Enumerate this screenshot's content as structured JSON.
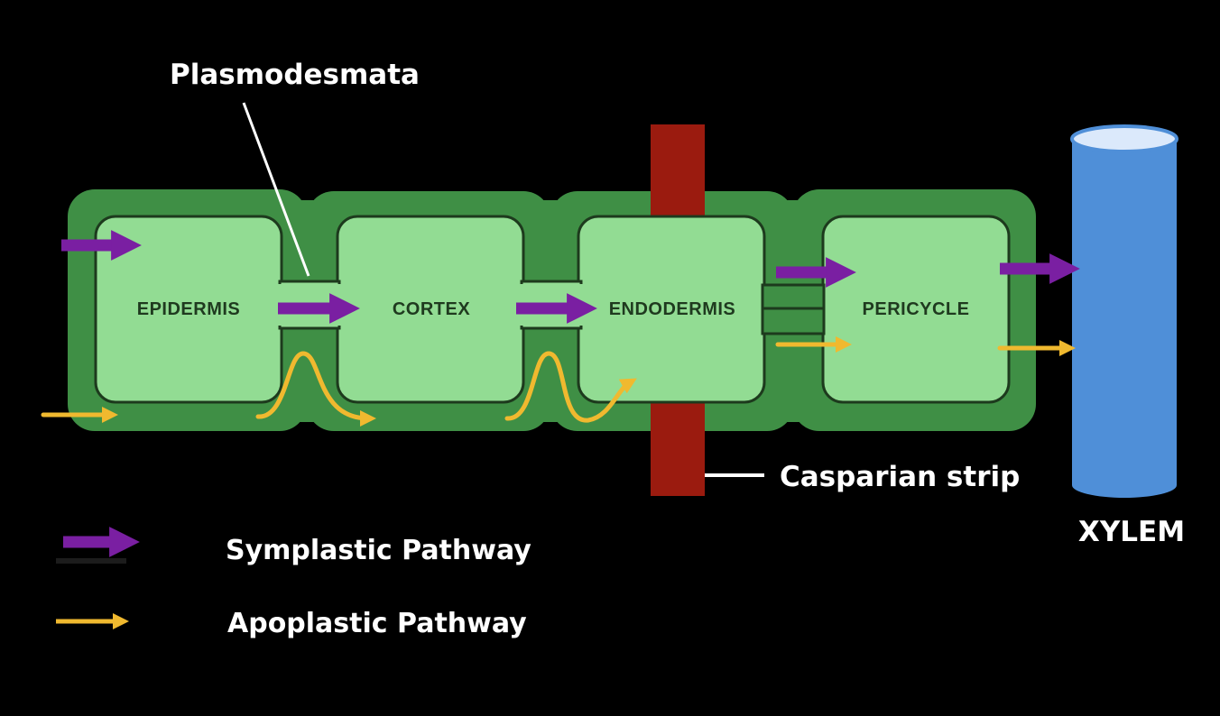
{
  "labels": {
    "plasmodesmata": "Plasmodesmata",
    "casparian_strip": "Casparian strip",
    "xylem": "XYLEM"
  },
  "cells": [
    {
      "name": "EPIDERMIS"
    },
    {
      "name": "CORTEX"
    },
    {
      "name": "ENDODERMIS"
    },
    {
      "name": "PERICYCLE"
    }
  ],
  "legend": [
    {
      "label": "Symplastic Pathway",
      "color": "#7a1fa2",
      "icon": "purple-arrow-icon"
    },
    {
      "label": "Apoplastic Pathway",
      "color": "#f0b92f",
      "icon": "yellow-arrow-icon"
    }
  ],
  "colors": {
    "background": "#000000",
    "cell_wall": "#3f8f45",
    "cytoplasm": "#92dc93",
    "cell_outline": "#1d3a1d",
    "casparian_strip": "#9b1b0f",
    "xylem": "#4f8fd8",
    "xylem_top": "#dbe9fb",
    "symplastic": "#7a1fa2",
    "apoplastic": "#f0b92f"
  }
}
